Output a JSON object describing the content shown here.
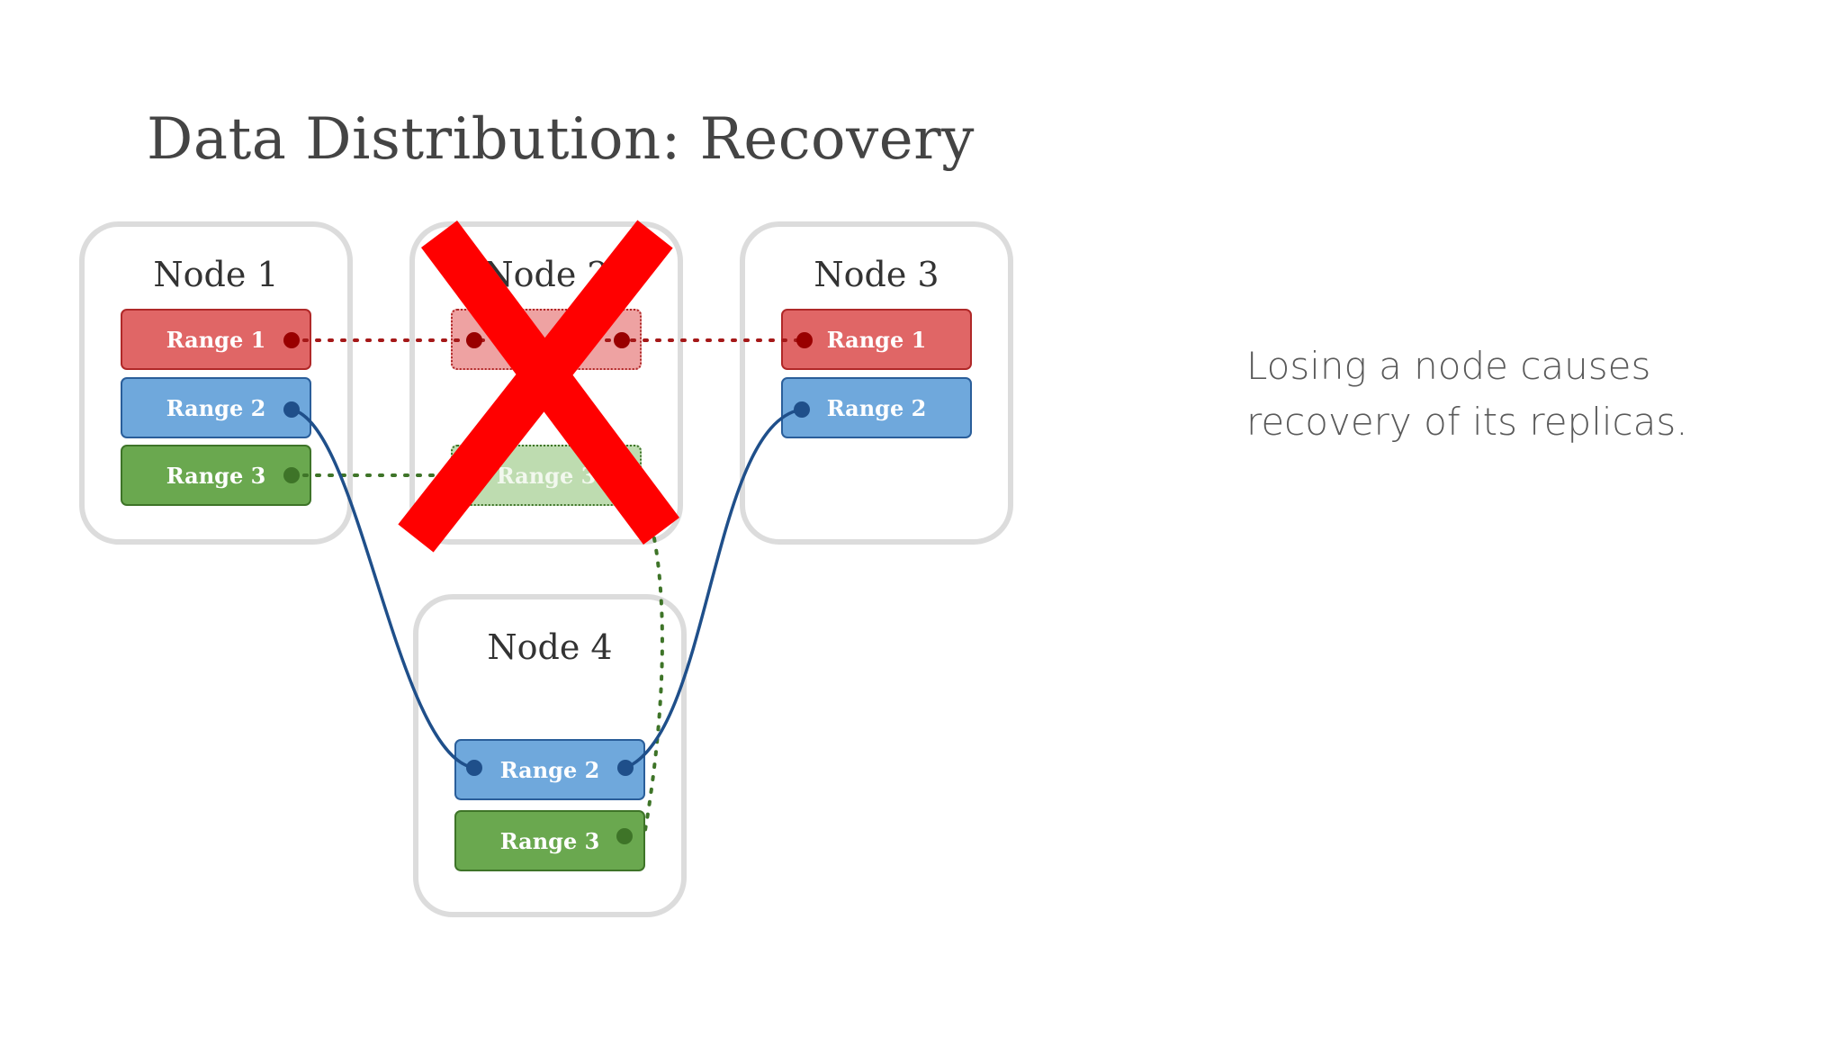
{
  "title": "Data Distribution: Recovery",
  "caption": {
    "line1": "Losing a node causes",
    "line2": "recovery of its replicas."
  },
  "nodes": {
    "node1": {
      "label": "Node 1"
    },
    "node2": {
      "label": "Node 2"
    },
    "node3": {
      "label": "Node 3"
    },
    "node4": {
      "label": "Node 4"
    }
  },
  "ranges": {
    "range1": "Range 1",
    "range2": "Range 2",
    "range3": "Range 3"
  },
  "colors": {
    "red_range": "#e06666",
    "blue_range": "#6fa8dc",
    "green_range": "#6aa84f",
    "failure_mark": "#ff0000",
    "node_border": "#dcdcdc"
  },
  "status": {
    "node2": "failed"
  }
}
